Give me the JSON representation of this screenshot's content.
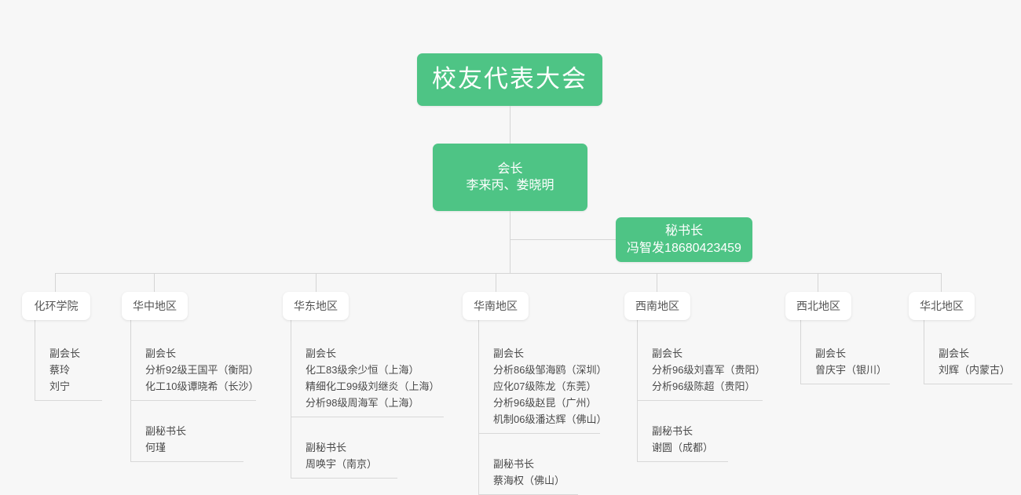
{
  "root": {
    "label": "校友代表大会"
  },
  "president": {
    "title": "会长",
    "names": "李来丙、娄晓明"
  },
  "secretary_general": {
    "title": "秘书长",
    "names": "冯智发18680423459"
  },
  "colors": {
    "green": "#4ec485",
    "background": "#f7f7f7",
    "line": "#d5d5d5",
    "box": "#ffffff",
    "text": "#4a4a4a"
  },
  "regions": [
    {
      "name": "化环学院",
      "blocks": [
        {
          "role": "副会长",
          "members": [
            "蔡玲",
            "刘宁"
          ]
        }
      ]
    },
    {
      "name": "华中地区",
      "blocks": [
        {
          "role": "副会长",
          "members": [
            "分析92级王国平（衡阳）",
            "化工10级谭晓希（长沙）"
          ]
        },
        {
          "role": "副秘书长",
          "members": [
            "何瑾"
          ]
        }
      ]
    },
    {
      "name": "华东地区",
      "blocks": [
        {
          "role": "副会长",
          "members": [
            "化工83级余少恒（上海）",
            "精细化工99级刘继炎（上海）",
            "分析98级周海军（上海）"
          ]
        },
        {
          "role": "副秘书长",
          "members": [
            "周唤宇（南京）"
          ]
        }
      ]
    },
    {
      "name": "华南地区",
      "blocks": [
        {
          "role": "副会长",
          "members": [
            "分析86级邹海鸥（深圳）",
            "应化07级陈龙（东莞）",
            "分析96级赵昆（广州）",
            "机制06级潘达辉（佛山）"
          ]
        },
        {
          "role": "副秘书长",
          "members": [
            "蔡海权（佛山）"
          ]
        }
      ]
    },
    {
      "name": "西南地区",
      "blocks": [
        {
          "role": "副会长",
          "members": [
            "分析96级刘喜军（贵阳）",
            "分析96级陈超（贵阳）"
          ]
        },
        {
          "role": "副秘书长",
          "members": [
            "谢圆（成都）"
          ]
        }
      ]
    },
    {
      "name": "西北地区",
      "blocks": [
        {
          "role": "副会长",
          "members": [
            "曾庆宇（银川）"
          ]
        }
      ]
    },
    {
      "name": "华北地区",
      "blocks": [
        {
          "role": "副会长",
          "members": [
            "刘辉（内蒙古）"
          ]
        }
      ]
    }
  ]
}
